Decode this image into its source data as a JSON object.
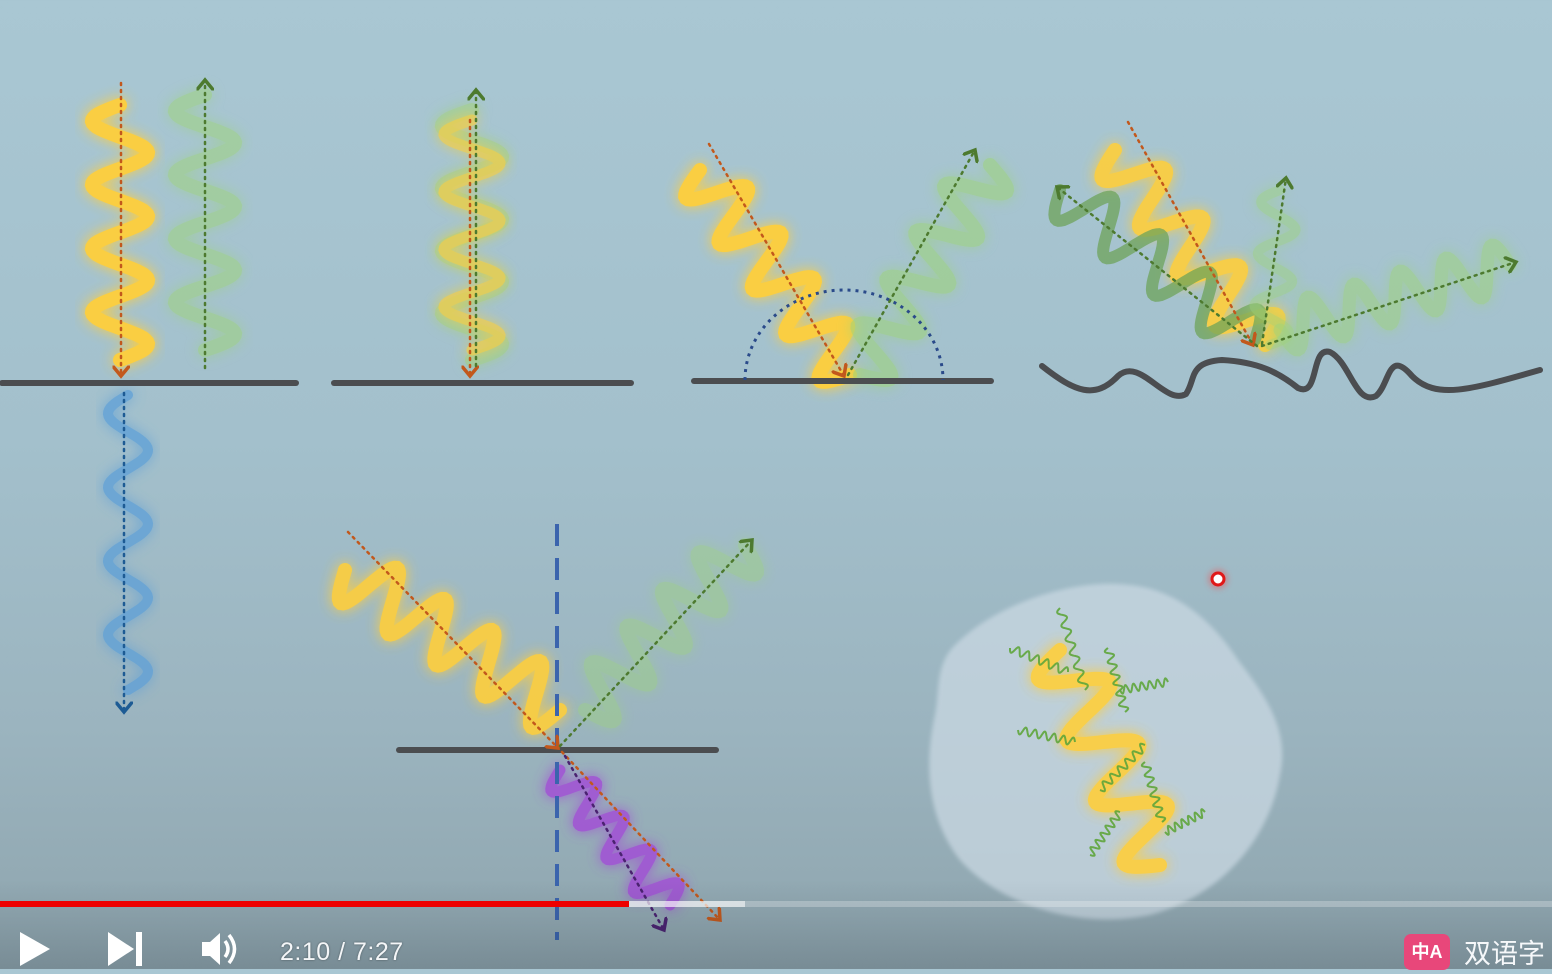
{
  "player": {
    "current_time": "2:10",
    "separator": " / ",
    "duration": "7:27",
    "progress_played_fraction": 0.405,
    "progress_buffered_fraction": 0.48,
    "subtitle_button_logo": "中A",
    "subtitle_button_label": "双语字"
  },
  "colors": {
    "incident_wave": "#ffcf3a",
    "reflected_wave": "#9ed47b",
    "transmitted_blue": "#5b9fd8",
    "transmitted_purple": "#a24fd6",
    "surface_line": "#4b4d50",
    "progress_red": "#ee0000"
  },
  "icons": [
    "play-icon",
    "skip-next-icon",
    "volume-icon",
    "laser-pointer-dot"
  ]
}
